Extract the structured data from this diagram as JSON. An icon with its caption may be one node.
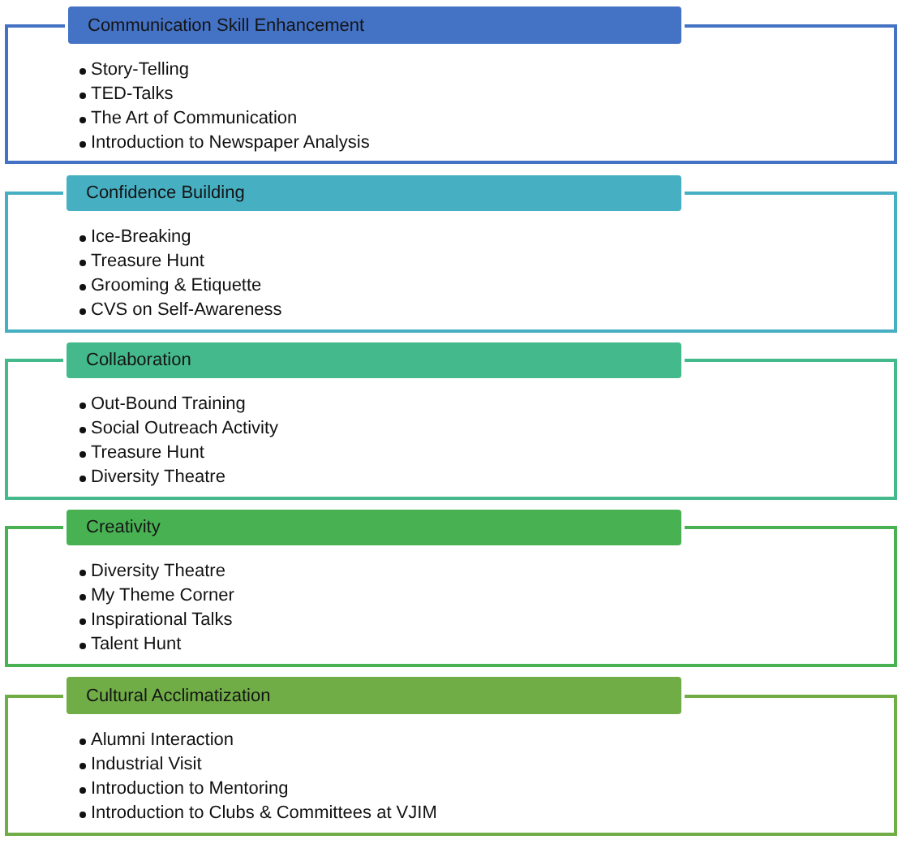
{
  "diagram": {
    "nodes": [
      {
        "text": [
          "Communication Skill Enhancement"
        ]
      },
      {
        "text": [
          "Story-Telling",
          "TED-Talks",
          "The Art of Communication",
          "Introduction to Newspaper Analysis"
        ]
      },
      {
        "text": [
          "Confidence Building"
        ]
      },
      {
        "text": [
          "Ice-Breaking",
          "Treasure Hunt",
          "Grooming & Etiquette",
          "CVS on Self-Awareness"
        ]
      },
      {
        "text": [
          "Collaboration"
        ]
      },
      {
        "text": [
          "Out-Bound Training",
          "Social Outreach Activity",
          "Treasure Hunt",
          "Diversity Theatre"
        ]
      },
      {
        "text": [
          "Creativity"
        ]
      },
      {
        "text": [
          "Diversity Theatre",
          "My Theme Corner",
          "Inspirational Talks",
          "Talent Hunt"
        ]
      },
      {
        "text": [
          "Cultural Acclimatization"
        ]
      },
      {
        "text": [
          "Alumni Interaction",
          "Industrial Visit",
          "Introduction to Mentoring",
          "Introduction to Clubs & Committees at VJIM"
        ]
      }
    ]
  }
}
